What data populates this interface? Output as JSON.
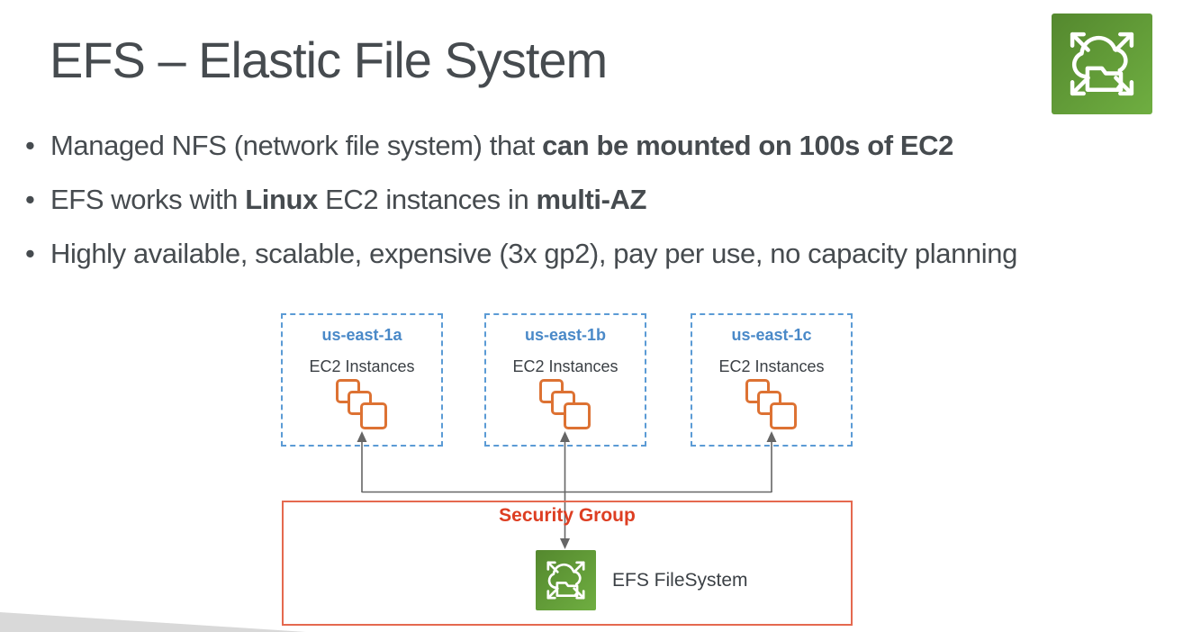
{
  "slide": {
    "title": "EFS – Elastic File System",
    "bullets": [
      {
        "segments": [
          {
            "text": "Managed NFS (network file system) that ",
            "bold": false
          },
          {
            "text": "can be mounted on 100s of EC2",
            "bold": true
          }
        ]
      },
      {
        "segments": [
          {
            "text": "EFS works with ",
            "bold": false
          },
          {
            "text": "Linux",
            "bold": true
          },
          {
            "text": " EC2 instances in ",
            "bold": false
          },
          {
            "text": "multi-AZ",
            "bold": true
          }
        ]
      },
      {
        "segments": [
          {
            "text": "Highly available, scalable, expensive (3x gp2), pay per use, no capacity planning",
            "bold": false
          }
        ]
      }
    ],
    "diagram": {
      "azs": [
        {
          "label": "us-east-1a",
          "sublabel": "EC2 Instances"
        },
        {
          "label": "us-east-1b",
          "sublabel": "EC2 Instances"
        },
        {
          "label": "us-east-1c",
          "sublabel": "EC2 Instances"
        }
      ],
      "security_group_label": "Security Group",
      "efs_label": "EFS FileSystem"
    },
    "icons": {
      "efs_service": "green square with cloud, folder and four outward scale arrows",
      "ec2_instances": "three overlapping orange instance squares"
    },
    "colors": {
      "text_dark": "#464B4F",
      "az_blue": "#5B9BD5",
      "az_label_blue": "#4A89C8",
      "diagram_text": "#3B4045",
      "ec2_orange": "#DD7233",
      "sg_red_border": "#E5694F",
      "sg_red_text": "#DD3E22",
      "efs_green_dark": "#54882E",
      "efs_green_light": "#6FAE41",
      "connector_gray": "#666666",
      "wedge_gray": "#D9D9D9"
    }
  }
}
